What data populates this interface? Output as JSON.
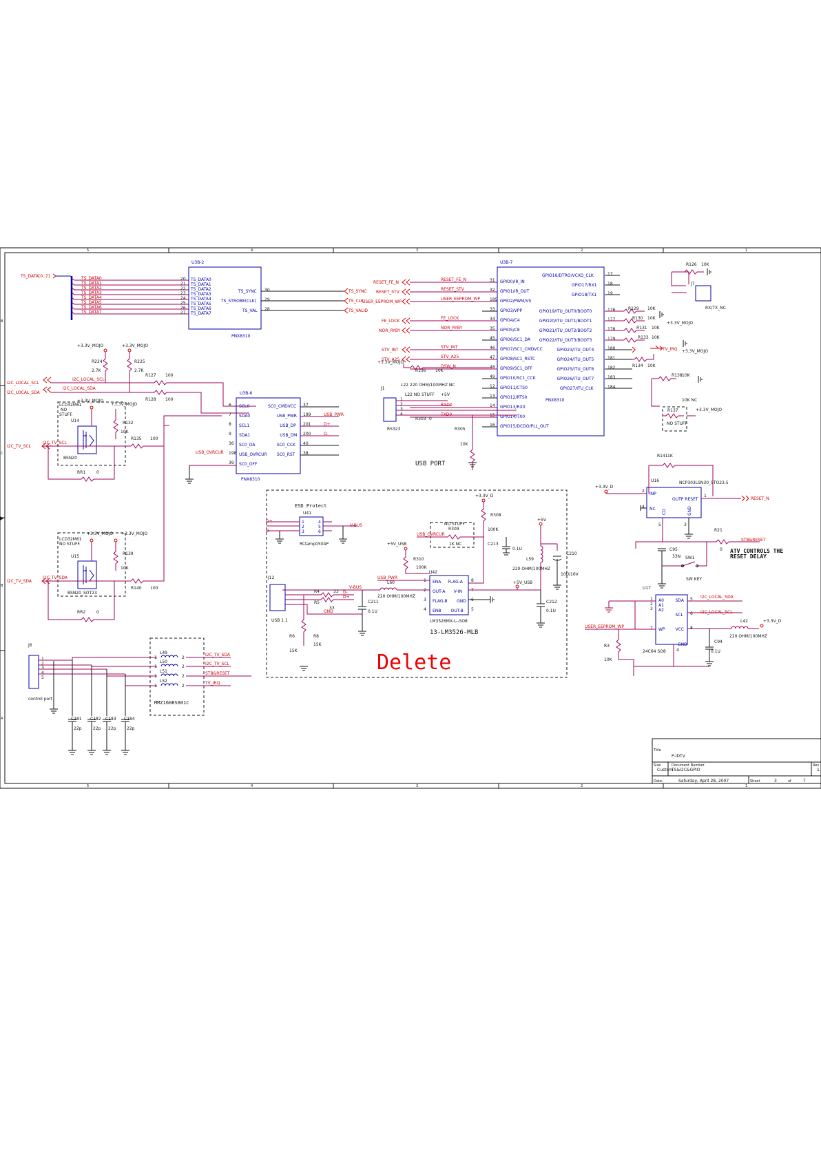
{
  "colors": {
    "wire": "#a0005a",
    "component": "#0000a8",
    "net": "#cc0000",
    "frame": "#111111",
    "delete": "#ee0000"
  },
  "frame": {
    "cols": [
      "5",
      "4",
      "3",
      "2",
      "1"
    ],
    "rows": [
      "B",
      "C",
      "A"
    ]
  },
  "ts": {
    "bus": "TS_DATA[0..7]",
    "nets": [
      "TS_DATA0",
      "TS_DATA1",
      "TS_DATA2",
      "TS_DATA3",
      "TS_DATA4",
      "TS_DATA5",
      "TS_DATA6",
      "TS_DATA7"
    ],
    "pins": [
      "20",
      "21",
      "22",
      "23",
      "24",
      "25",
      "26",
      "27"
    ],
    "ref": "U3B-2",
    "part": "PNX8310",
    "right_pins": [
      {
        "pin": "30",
        "name": "TS_SYNC",
        "net": "TS_SYNC"
      },
      {
        "pin": "29",
        "name": "TS_STROBE(CLK)",
        "net": "TS_CLK"
      },
      {
        "pin": "28",
        "name": "TS_VAL",
        "net": "TS_VALID"
      }
    ]
  },
  "gpio": {
    "ref": "U3B-7",
    "part": "PNX8310",
    "left": [
      {
        "pin": "31",
        "name": "GPIO0/IR_IN",
        "net": "RESET_FE_N",
        "port": "RESET_FE_N"
      },
      {
        "pin": "32",
        "name": "GPIO1/IR_OUT",
        "net": "RESET_STV",
        "port": "RESET_STV"
      },
      {
        "pin": "185",
        "name": "GPIO2/PWM/VS",
        "net": "USER_EEPROM_WP",
        "port": "USER_EEPROM_WP"
      },
      {
        "pin": "33",
        "name": "GPIO3/VPP",
        "net": "",
        "port": ""
      },
      {
        "pin": "34",
        "name": "GPIO4/C4",
        "net": "FE_LOCK",
        "port": "FE_LOCK"
      },
      {
        "pin": "35",
        "name": "GPIO5/C8",
        "net": "NOR_RYBY",
        "port": "NOR_RYBY"
      },
      {
        "pin": "45",
        "name": "GPIO6/SC1_DA",
        "net": "",
        "port": ""
      },
      {
        "pin": "46",
        "name": "GPIO7/SC1_CMDVCC",
        "net": "STV_INT",
        "port": "STV_INT"
      },
      {
        "pin": "47",
        "name": "GPIO8/SC1_RSTC",
        "net": "STV_A25",
        "port": "STV_A25"
      },
      {
        "pin": "48",
        "name": "GPIO9/SC1_OFF",
        "net": "DSW_N",
        "port": ""
      },
      {
        "pin": "49",
        "name": "GPIO10/SC1_CCK",
        "net": "",
        "port": ""
      },
      {
        "pin": "12",
        "name": "GPIO11/CTS0",
        "net": "",
        "port": ""
      },
      {
        "pin": "13",
        "name": "GPIO12/RTS0",
        "net": "",
        "port": ""
      },
      {
        "pin": "14",
        "name": "GPIO13/RX0",
        "net": "RXD0",
        "port": ""
      },
      {
        "pin": "15",
        "name": "GPIO14/TX0",
        "net": "TXD0",
        "port": ""
      },
      {
        "pin": "16",
        "name": "GPIO15/DCDO/PLL_OUT",
        "net": "",
        "port": ""
      }
    ],
    "right": [
      {
        "pin": "17",
        "name": "GPIO16/DTRO/VCXO_CLK"
      },
      {
        "pin": "18",
        "name": "GPIO17/RX1"
      },
      {
        "pin": "19",
        "name": "GPIO18/TX1"
      },
      {
        "pin": "176",
        "name": "GPIO19/ITU_OUT0/BOOT0"
      },
      {
        "pin": "177",
        "name": "GPIO20/ITU_OUT1/BOOT1"
      },
      {
        "pin": "178",
        "name": "GPIO21/ITU_OUT2/BOOT2"
      },
      {
        "pin": "179",
        "name": "GPIO22/ITU_OUT3/BOOT3"
      },
      {
        "pin": "180",
        "name": "GPIO23/ITU_OUT4"
      },
      {
        "pin": "181",
        "name": "GPIO24/ITU_OUT5"
      },
      {
        "pin": "182",
        "name": "GPIO25/ITU_OUT6"
      },
      {
        "pin": "183",
        "name": "GPIO26/ITU_OUT7"
      },
      {
        "pin": "184",
        "name": "GPIO27/ITU_CLK"
      }
    ],
    "resistors": [
      {
        "ref": "R126",
        "val": "10K"
      },
      {
        "ref": "R129",
        "val": "10K"
      },
      {
        "ref": "R130",
        "val": "10K"
      },
      {
        "ref": "R131",
        "val": "10K"
      },
      {
        "ref": "R133",
        "val": "10K"
      },
      {
        "ref": "R134",
        "val": "10K"
      },
      {
        "ref": "R138",
        "val": "10K"
      }
    ],
    "j7": {
      "ref": "J7",
      "label": "RX/TX_NC"
    },
    "tv_irq": "TV_IRQ",
    "rail": "+3.3V_MOJO",
    "r136": {
      "ref": "R136",
      "val": "10K"
    },
    "r305": {
      "ref": "R305",
      "val": "10K"
    },
    "r137": {
      "ref": "R137",
      "val": "10K NC"
    },
    "no_stuff": "NO STUFF"
  },
  "rs": {
    "ref": "J1",
    "part": "RS323",
    "l22": "L22 220 OHM/100MHZ NC",
    "l22b": "L22 NO STUFF",
    "r303": "R303",
    "r303v": "0",
    "plus5": "+5V",
    "pins": [
      "1",
      "2",
      "3",
      "4"
    ],
    "title": "USB PORT"
  },
  "i2c": {
    "rail": "+3.3V_MOJO",
    "r224": {
      "ref": "R224",
      "val": "2.7K"
    },
    "r225": {
      "ref": "R225",
      "val": "2.7K"
    },
    "r127": {
      "ref": "R127",
      "val": "100"
    },
    "r128": {
      "ref": "R128",
      "val": "100"
    },
    "local_scl": "I2C_LOCAL_SCL",
    "local_sda": "I2C_LOCAL_SDA",
    "tv_scl": "I2C_TV_SCL",
    "tv_sda": "I2C_TV_SDA",
    "u14": {
      "ref": "U14",
      "part": "BSN20",
      "note1": "LCD32M61",
      "note2": "NO",
      "note3": "STUFF."
    },
    "u15": {
      "ref": "U15",
      "part": "BSN20_SOT23",
      "note1": "LCD32M61",
      "note2": "NO STUFF."
    },
    "r132": {
      "ref": "R132",
      "val": "10K"
    },
    "r139": {
      "ref": "R139",
      "val": "10K"
    },
    "r135": {
      "ref": "R135",
      "val": "100"
    },
    "r140": {
      "ref": "R140",
      "val": "100"
    },
    "rr1": {
      "ref": "RR1",
      "val": "0"
    },
    "rr2": {
      "ref": "RR2",
      "val": "0"
    }
  },
  "u3b6": {
    "ref": "U3B-6",
    "part": "PNX8310",
    "left": [
      {
        "pin": "6",
        "name": "SCL0"
      },
      {
        "pin": "7",
        "name": "SDA0"
      },
      {
        "pin": "8",
        "name": "SCL1"
      },
      {
        "pin": "9",
        "name": "SDA1"
      },
      {
        "pin": "36",
        "name": "SC0_DA"
      },
      {
        "pin": "198",
        "name": "USB_OVRCUR"
      },
      {
        "pin": "39",
        "name": "SC0_OFF"
      }
    ],
    "right": [
      {
        "pin": "37",
        "name": "SC0_CMDVCC",
        "net": ""
      },
      {
        "pin": "199",
        "name": "USB_PWR",
        "net": "USB_PWR"
      },
      {
        "pin": "201",
        "name": "USB_DP",
        "net": "D+"
      },
      {
        "pin": "200",
        "name": "USB_DM",
        "net": "D-"
      },
      {
        "pin": "40",
        "name": "SC0_CCK",
        "net": ""
      },
      {
        "pin": "38",
        "name": "SC0_RST",
        "net": ""
      }
    ],
    "ovr_net": "USB_OVRCUR"
  },
  "esd": {
    "title": "ESD Protect",
    "ref": "U41",
    "part": "RClamp0504P",
    "dp": "D+",
    "dm": "D-",
    "vbus": "V-BUS",
    "lpins": [
      "1",
      "2",
      "3"
    ],
    "rpins": [
      "4",
      "5",
      "6"
    ]
  },
  "usb": {
    "plus3": "+3.3V_D",
    "r308": "R308",
    "r308v": "100K",
    "nostuff": "NO STUFF",
    "r309": "R309",
    "r309v": "1K NC",
    "ovr": "USB_OVRCUR",
    "plus5": "+5V",
    "plus5usb": "+5V_USB",
    "c213": "C213",
    "c213v": "0.1U",
    "r310": "R310",
    "r310v": "100K",
    "l59": "L59",
    "l59v": "220 OHM/100MHZ",
    "c210": "C210",
    "c210v": "10U/16V",
    "u42": "U42",
    "pwr": "USB_PWR",
    "l60": "L60",
    "l60v": "220 OHM/100MHZ",
    "vbus": "V-BUS",
    "u42_left": [
      {
        "pin": "1",
        "name": "ENA"
      },
      {
        "pin": "2",
        "name": "OUT-A"
      },
      {
        "pin": "3",
        "name": "FLAG-B"
      },
      {
        "pin": "4",
        "name": "ENB"
      }
    ],
    "u42_right": [
      {
        "pin": "8",
        "name": "FLAG-A"
      },
      {
        "pin": "7",
        "name": "V-IN"
      },
      {
        "pin": "6",
        "name": "GND"
      },
      {
        "pin": "5",
        "name": "OUT-B"
      }
    ],
    "u42part": "LM3526MX-L--SO8",
    "u42title": "13-LM3526-MLB",
    "j12": "J12",
    "j12part": "USB 1.1",
    "r4": "R4",
    "r4v": "33",
    "r5": "R5",
    "r5v": "33",
    "dm": "D-",
    "dp": "D+",
    "gnd": "GND",
    "c211": "C211",
    "c211v": "0.1U",
    "c212": "C212",
    "c212v": "0.1U",
    "r6": "R6",
    "r6v": "15K",
    "r8": "R8",
    "r8v": "15K",
    "delete": "Delete"
  },
  "filter": {
    "j6": "J6",
    "j6part": "control port",
    "ls": [
      "L49",
      "L50",
      "L51",
      "L52"
    ],
    "part": "MMZ1608S601C",
    "nets": [
      "I2C_TV_SDA",
      "I2C_TV_SCL",
      "STB&RESET",
      "TV_IRQ"
    ],
    "caps": [
      {
        "ref": "C181",
        "val": "22p"
      },
      {
        "ref": "C182",
        "val": "22p"
      },
      {
        "ref": "C183",
        "val": "22p"
      },
      {
        "ref": "C184",
        "val": "22p"
      }
    ]
  },
  "reset": {
    "r141": "R141",
    "r141v": "1K",
    "ref": "U16",
    "part": "NCP303LSN30_STO23.5",
    "rail": "+3.3V_D",
    "pins": [
      {
        "pin": "2",
        "name": "INP"
      },
      {
        "pin": "4",
        "name": "NC"
      },
      {
        "pin": "1",
        "name": "OUTP RESET"
      },
      {
        "pin": "5",
        "name": "CD"
      },
      {
        "pin": "3",
        "name": "GND"
      }
    ],
    "out": "RESET_N",
    "c95": "C95",
    "c95v": "33N",
    "sw1": "SW1",
    "swpart": "SW KEY",
    "r21": "R21",
    "r21v": "0",
    "stb": "STB&RESET",
    "note1": "ATV CONTROLS THE",
    "note2": "RESET DELAY"
  },
  "eeprom": {
    "ref": "U17",
    "part": "24C64 SO8",
    "sda": "I2C_LOCAL_SDA",
    "scl": "I2C_LOCAL_SCL",
    "wp": "USER_EEPROM_WP",
    "pins": [
      {
        "pin": "1",
        "name": "A0"
      },
      {
        "pin": "2",
        "name": "A1"
      },
      {
        "pin": "3",
        "name": "A2"
      },
      {
        "pin": "7",
        "name": "WP"
      }
    ],
    "rpins": [
      {
        "pin": "5",
        "name": "SDA"
      },
      {
        "pin": "6",
        "name": "SCL"
      },
      {
        "pin": "8",
        "name": "VCC"
      },
      {
        "pin": "4",
        "name": "GND"
      }
    ],
    "l42": "L42",
    "l42v": "220 OHM/100MHZ",
    "rail": "+3.3V_D",
    "c94": "C94",
    "c94v": "0.1U",
    "r3": "R3",
    "r3v": "10K"
  },
  "title_block": {
    "title_label": "Title",
    "title": "P-IDTV",
    "size_label": "Size",
    "size": "Custom",
    "doc_label": "Document Number",
    "doc": "TS&I2C&GPIO",
    "rev_label": "Rev",
    "rev": "1.",
    "date_label": "Date:",
    "date": "Saturday, April 28, 2007",
    "sheet_label": "Sheet",
    "sheet": "3",
    "of_label": "of",
    "of": "7"
  }
}
